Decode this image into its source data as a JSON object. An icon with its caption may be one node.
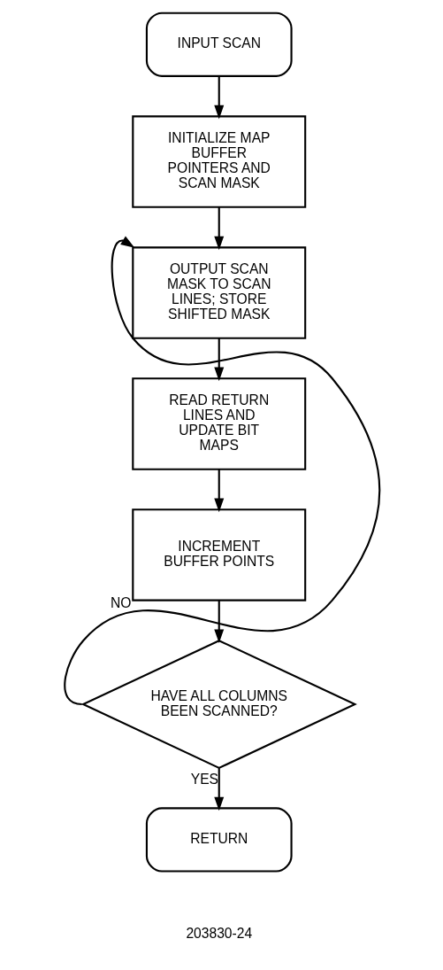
{
  "diagram": {
    "nodes": [
      {
        "text": [
          "INPUT SCAN"
        ]
      },
      {
        "text": [
          "INITIALIZE MAP BUFFER POINTERS AND SCAN MASK"
        ]
      },
      {
        "text": [
          "OUTPUT SCAN MASK TO SCAN LINES; STORE SHIFTED MASK"
        ]
      },
      {
        "text": [
          "READ RETURN LINES AND UPDATE BIT MAPS"
        ]
      },
      {
        "text": [
          "INCREMENT BUFFER POINTS"
        ]
      },
      {
        "text": [
          "HAVE ALL COLUMNS BEEN SCANNED?"
        ]
      },
      {
        "text": [
          "RETURN"
        ]
      }
    ],
    "edges": [
      {
        "from": 0,
        "to": 1,
        "arrow": "to"
      },
      {
        "from": 1,
        "to": 2,
        "arrow": "to"
      },
      {
        "from": 2,
        "to": 3,
        "arrow": "to"
      },
      {
        "from": 3,
        "to": 4,
        "arrow": "to"
      },
      {
        "from": 4,
        "to": 5,
        "arrow": "to"
      },
      {
        "from": 5,
        "to": 2,
        "label": "NO",
        "arrow": "to"
      },
      {
        "from": 5,
        "to": 6,
        "label": "YES",
        "arrow": "to"
      }
    ],
    "labels": [
      "203830-24"
    ]
  }
}
